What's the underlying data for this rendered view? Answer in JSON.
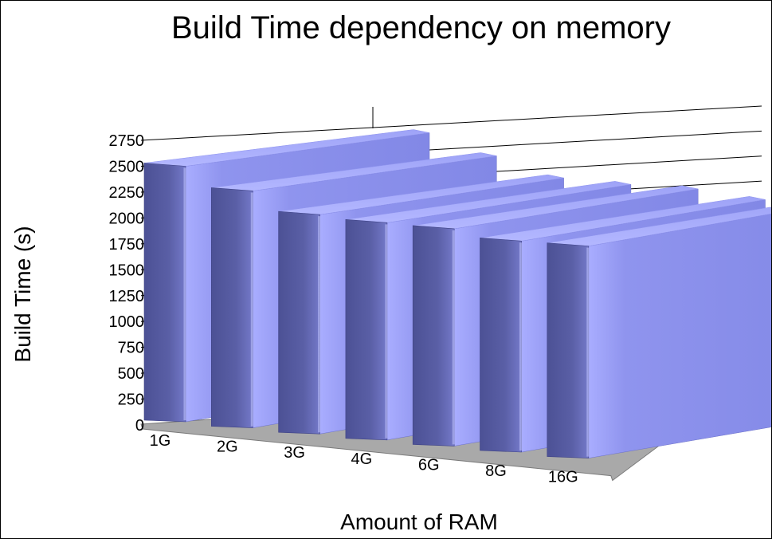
{
  "chart_data": {
    "type": "bar",
    "title": "Build Time dependency on memory",
    "xlabel": "Amount of RAM",
    "ylabel": "Build Time (s)",
    "categories": [
      "1G",
      "2G",
      "3G",
      "4G",
      "6G",
      "8G",
      "16G"
    ],
    "values": [
      2500,
      2320,
      2150,
      2130,
      2130,
      2070,
      2080
    ],
    "ylim": [
      0,
      2750
    ],
    "yticks": [
      "0",
      "250",
      "500",
      "750",
      "1000",
      "1250",
      "1500",
      "1750",
      "2000",
      "2250",
      "2500",
      "2750"
    ],
    "style": "3d-depth",
    "grid": true,
    "legend": "none",
    "colors": {
      "bar_front": "#5a5fa6",
      "bar_side": "#8f94ee",
      "bar_top": "#b3b7ff",
      "floor": "#a9a9a9",
      "grid": "#000000"
    }
  }
}
